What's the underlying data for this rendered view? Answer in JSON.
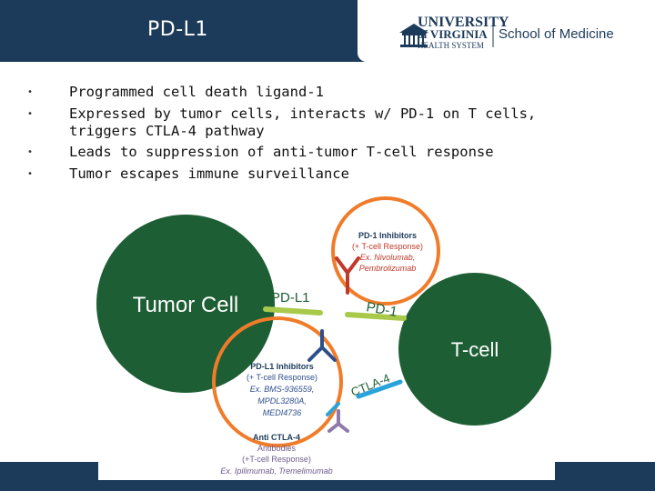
{
  "slide": {
    "title": "PD-L1",
    "bullets": [
      {
        "line1": "Programmed cell death ligand-1",
        "line2": ""
      },
      {
        "line1": "Expressed by tumor cells, interacts w/ PD-1 on T cells,",
        "line2": "triggers CTLA-4 pathway"
      },
      {
        "line1": "Leads to suppression of anti-tumor T-cell response",
        "line2": ""
      },
      {
        "line1": "Tumor escapes immune surveillance",
        "line2": ""
      }
    ]
  },
  "logo": {
    "line1": "UNIVERSITY",
    "line2": "of VIRGINIA",
    "line3": "HEALTH SYSTEM",
    "school": "School of Medicine"
  },
  "diagram": {
    "tumor_cell": "Tumor Cell",
    "t_cell": "T-cell",
    "pd_l1": "PD-L1",
    "pd_1": "PD-1",
    "ctla_4": "CTLA-4",
    "pd1_inhibitors": {
      "title": "PD-1 Inhibitors",
      "response": "(+ T-cell Response)",
      "ex1": "Ex. Nivolumab,",
      "ex2": "Pembrolizumab"
    },
    "pdl1_inhibitors": {
      "title": "PD-L1 Inhibitors",
      "response": "(+ T-cell Response)",
      "ex1": "Ex. BMS-936559,",
      "ex2": "MPDL3280A,",
      "ex3": "MEDI4736"
    },
    "anti_ctla4": {
      "title": "Anti CTLA-4",
      "line2": "Antibodies",
      "response": "(+T-cell Response)",
      "ex": "Ex. Ipilimumab, Tremelimumab"
    },
    "colors": {
      "cell_green": "#1d5e34",
      "highlight_orange": "#f07c2a",
      "pd1_inhibitor_red": "#c0392b",
      "pdl1_blue": "#2e4f8c",
      "ctla4_blue": "#29a3db",
      "pd1_green": "#a8c94a"
    }
  },
  "theme": {
    "header_navy": "#1c3a5a"
  }
}
